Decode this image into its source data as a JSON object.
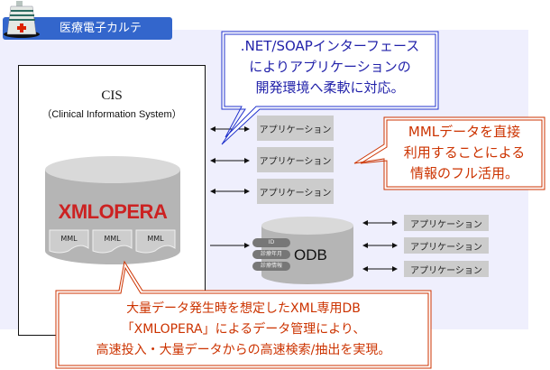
{
  "header": {
    "title": "医療電子カルテ",
    "icon": "hospital-icon",
    "bar_color": "#3366cc"
  },
  "cis": {
    "title": "CIS",
    "subtitle": "（Clinical Information System）",
    "database": {
      "name": "XMLOPERA",
      "name_color": "#cc2222",
      "documents": [
        "MML",
        "MML",
        "MML"
      ]
    }
  },
  "odb": {
    "name": "ODB",
    "fields": [
      "ID",
      "診療年月",
      "診療情報"
    ]
  },
  "cis_applications": [
    "アプリケーション",
    "アプリケーション",
    "アプリケーション"
  ],
  "odb_applications": [
    "アプリケーション",
    "アプリケーション",
    "アプリケーション"
  ],
  "callouts": {
    "soap": {
      "lines": [
        ".NET/SOAPインターフェース",
        "によりアプリケーションの",
        "開発環境へ柔軟に対応。"
      ],
      "color": "#2222aa"
    },
    "mml": {
      "lines": [
        "MMLデータを直接",
        "利用することによる",
        "情報のフル活用。"
      ],
      "color": "#cc3300"
    },
    "xmlopera": {
      "lines": [
        "大量データ発生時を想定したXML専用DB",
        "「XMLOPERA」によるデータ管理により、",
        "高速投入・大量データからの高速検索/抽出を実現。"
      ],
      "color": "#cc3300"
    }
  }
}
